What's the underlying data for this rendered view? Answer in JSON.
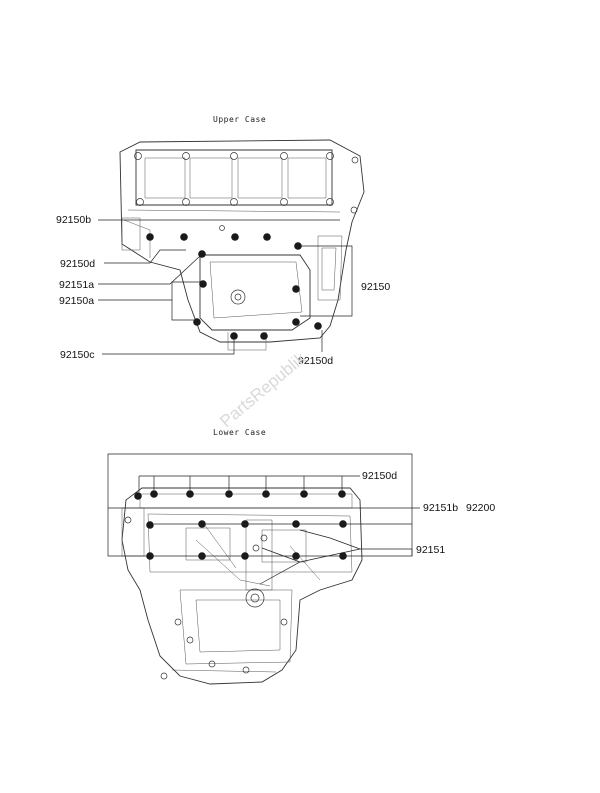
{
  "titles": {
    "upper": "Upper Case",
    "lower": "Lower Case"
  },
  "watermark": "PartsRepublik",
  "upper_callouts": {
    "c1": "92150b",
    "c2": "92150d",
    "c3": "92151a",
    "c4": "92150a",
    "c5": "92150c",
    "c6": "92150",
    "c7": "92150d"
  },
  "lower_callouts": {
    "c1": "92150d",
    "c2": "92151b",
    "c3": "92200",
    "c4": "92151"
  },
  "colors": {
    "line": "#222222",
    "bolt": "#1a1a1a",
    "watermark": "#d9d9d9"
  }
}
